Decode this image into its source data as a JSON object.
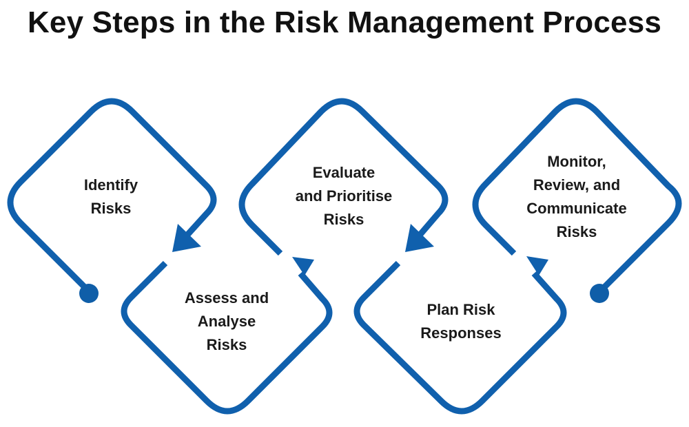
{
  "title": "Key Steps in the Risk Management Process",
  "colors": {
    "stroke": "#1060ad",
    "dot": "#0f5ea8",
    "text": "#1a1a1a"
  },
  "steps": [
    {
      "lines": [
        "Identify",
        "Risks"
      ]
    },
    {
      "lines": [
        "Assess and",
        "Analyse",
        "Risks"
      ]
    },
    {
      "lines": [
        "Evaluate",
        "and Prioritise",
        "Risks"
      ]
    },
    {
      "lines": [
        "Plan Risk",
        "Responses"
      ]
    },
    {
      "lines": [
        "Monitor,",
        "Review, and",
        "Communicate",
        "Risks"
      ]
    }
  ]
}
